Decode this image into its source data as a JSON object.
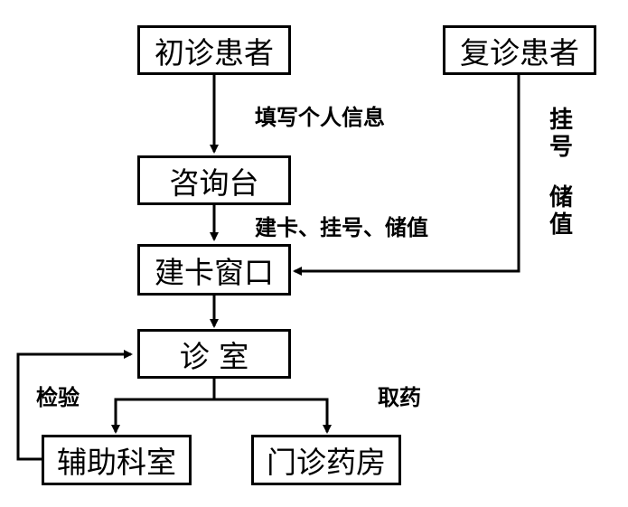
{
  "nodes": {
    "first_visit": "初诊患者",
    "return_visit": "复诊患者",
    "consult_desk": "咨询台",
    "card_window": "建卡窗口",
    "clinic_room": "诊 室",
    "aux_dept": "辅助科室",
    "pharmacy": "门诊药房"
  },
  "edge_labels": {
    "fill_info": "填写个人信息",
    "card_register_deposit": "建卡、挂号、储值",
    "register": "挂号",
    "deposit": "储值",
    "test": "检验",
    "get_medicine": "取药"
  },
  "colors": {
    "line": "#000000",
    "box_border": "#000000",
    "background": "#ffffff"
  }
}
